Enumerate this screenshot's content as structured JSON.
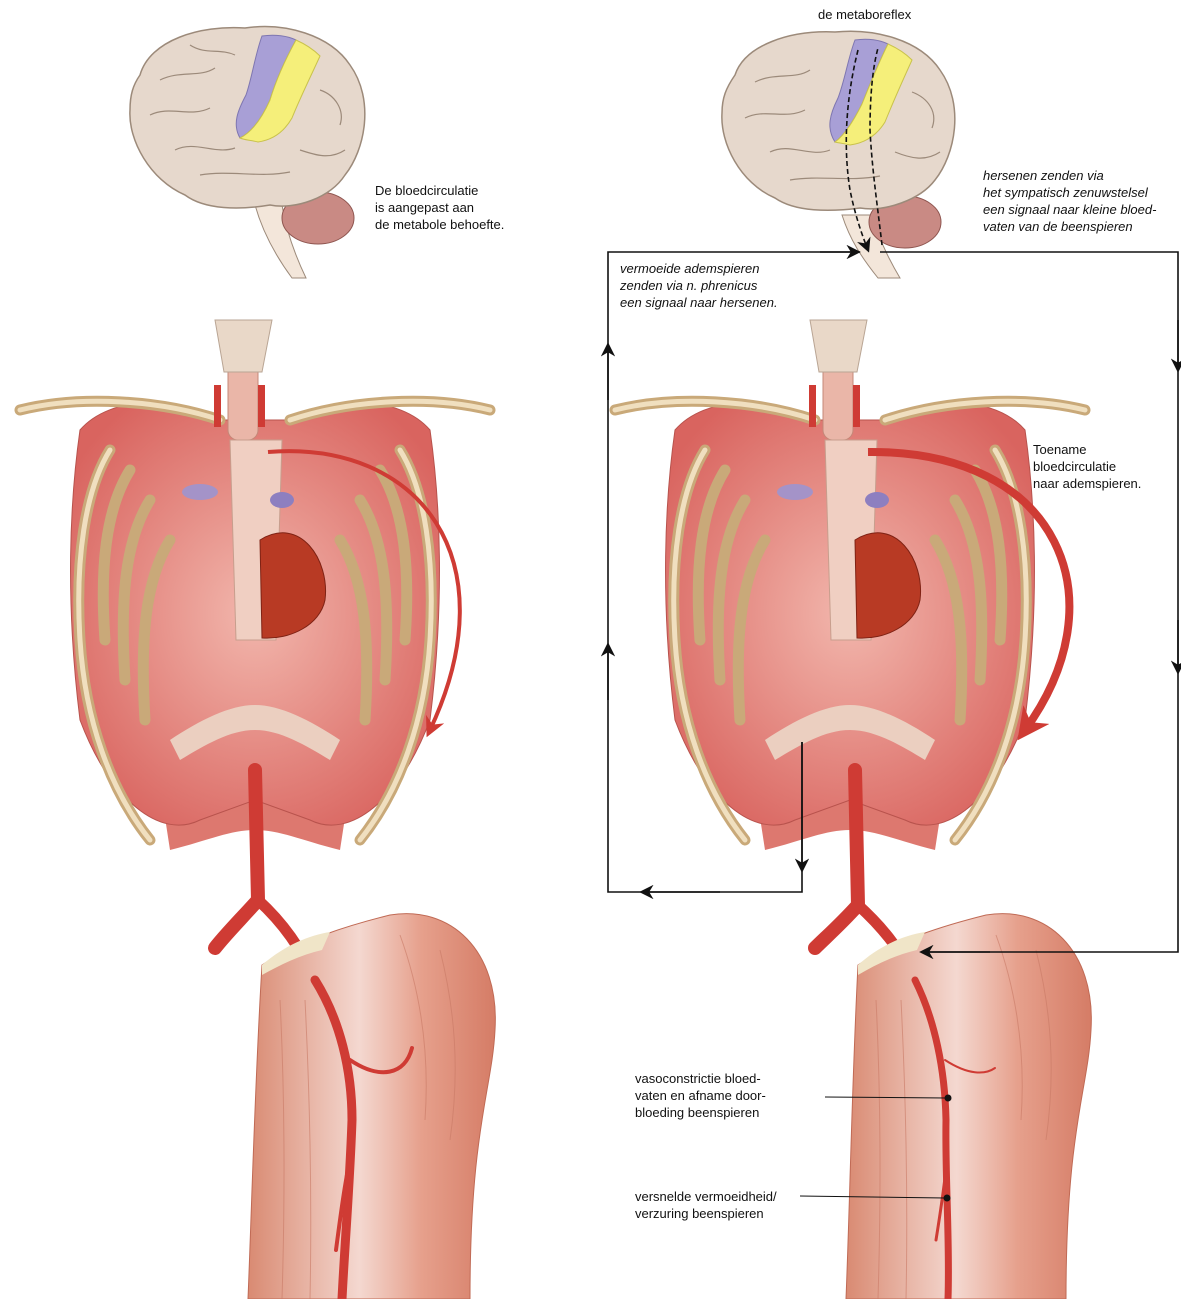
{
  "left_panel": {
    "brain_caption": [
      "De bloedcirculatie",
      "is aangepast aan",
      "de metabole behoefte."
    ]
  },
  "right_panel": {
    "title": "de metaboreflex",
    "brain_signal_caption": [
      "hersenen zenden via",
      "het sympatisch zenuwstelsel",
      "een signaal naar kleine bloed-",
      "vaten van de beenspieren"
    ],
    "respiratory_signal_caption": [
      "vermoeide ademspieren",
      "zenden via n. phrenicus",
      "een signaal naar hersenen."
    ],
    "increase_caption": [
      "Toename",
      "bloedcirculatie",
      "naar ademspieren."
    ],
    "vasoconstriction_caption": [
      "vasoconstrictie bloed-",
      "vaten en afname door-",
      "bloeding beenspieren"
    ],
    "fatigue_caption": [
      "versnelde vermoeidheid/",
      "verzuring beenspieren"
    ]
  },
  "colors": {
    "brain": "#e6d8cc",
    "motor_cortex": "#a89fd6",
    "sensory_cortex": "#f5ef7a",
    "cerebellum": "#c98a84",
    "artery": "#cf3b34",
    "muscle": "#e48d7a",
    "rib": "#e9d3a8",
    "lung_muscle": "#e06f6a",
    "heart": "#b83a24",
    "pathway": "#111111"
  }
}
